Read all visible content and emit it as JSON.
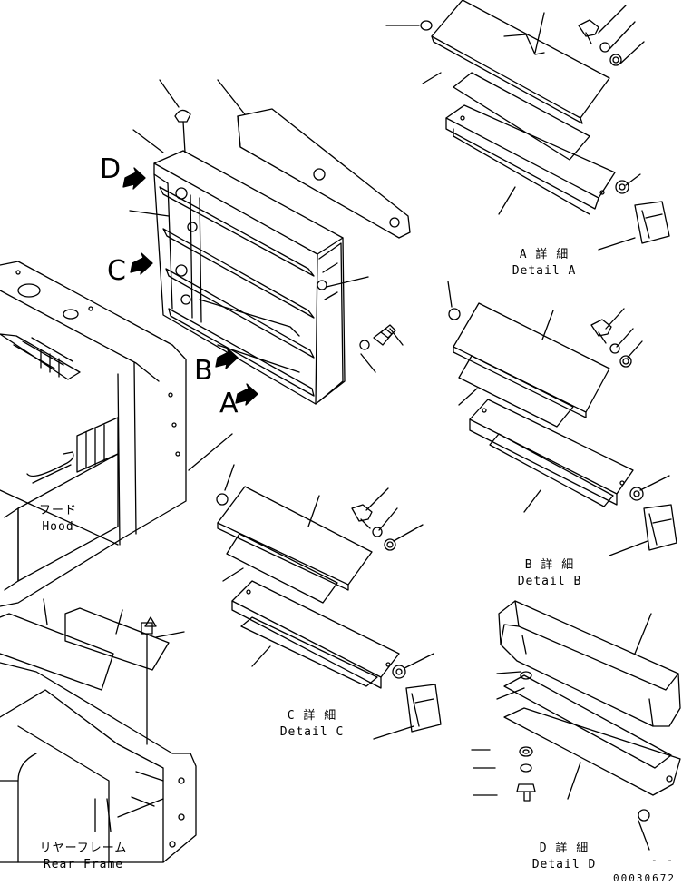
{
  "callouts": {
    "a": "A",
    "b": "B",
    "c": "C",
    "d": "D"
  },
  "details": {
    "a": {
      "jp": "A 詳 細",
      "en": "Detail A"
    },
    "b": {
      "jp": "B 詳 細",
      "en": "Detail B"
    },
    "c": {
      "jp": "C 詳 細",
      "en": "Detail C"
    },
    "d": {
      "jp": "D 詳 細",
      "en": "Detail D"
    }
  },
  "hood": {
    "jp": "フード",
    "en": "Hood"
  },
  "rear_frame": {
    "jp": "リヤーフレーム",
    "en": "Rear Frame"
  },
  "dashes": "- -",
  "drawing_number": "00030672"
}
